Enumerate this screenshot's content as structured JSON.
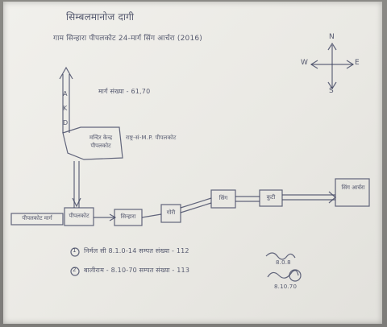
{
  "sheet": {
    "title": "सिम्बलमानोज दागी",
    "subtitle": "गाम सिन्हारा पीपलकोट 24-मार्ग सिंग आर्चरा (2016)",
    "compass": {
      "north": "N",
      "south": "S",
      "east": "E",
      "west": "W"
    },
    "road_markers": {
      "top_label": "A",
      "mid_label": "K",
      "lower_label": "D"
    },
    "distance_note": "मार्ग संख्या - 61,70",
    "places": {
      "junction_box": "मन्दिर केन्द्र पीपलकोट",
      "junction_side_note": "राष्ट्र-सं-M.P. पीपलकोट",
      "left_road_label": "पीपलकोट मार्ग",
      "main_box": "पीपलकोट",
      "stop_1": "सिन्हारा",
      "stop_2": "गोरी",
      "stop_3": "सिंग",
      "stop_4": "कुटी",
      "destination": "सिंग आर्चरा"
    },
    "legend": [
      {
        "marker": "1",
        "text": "निर्मल सी  8.1.0-14  सम्पत संख्या - 112"
      },
      {
        "marker": "2",
        "text": "बालीराम - 8.10-70  सम्पत संख्या - 113"
      }
    ],
    "signature_1": "8.0.8",
    "signature_2": "8.10.70"
  }
}
